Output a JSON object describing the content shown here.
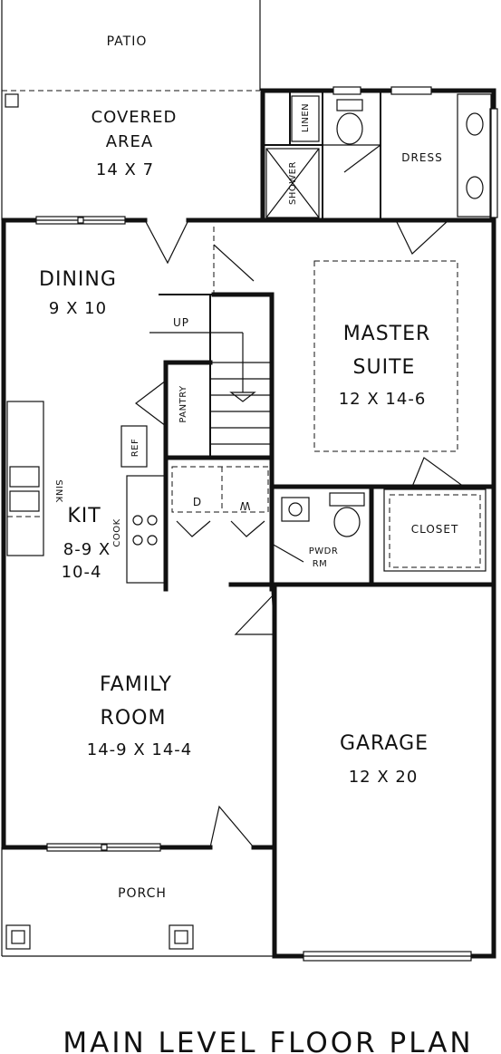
{
  "labels": {
    "patio": "PATIO",
    "covered_area_name_1": "COVERED",
    "covered_area_name_2": "AREA",
    "covered_area_dim": "14 X 7",
    "linen": "LINEN",
    "shower": "SHOWER",
    "dress": "DRESS",
    "dining_name": "DINING",
    "dining_dim": "9 X 10",
    "master_name_1": "MASTER",
    "master_name_2": "SUITE",
    "master_dim": "12 X 14-6",
    "up": "UP",
    "pantry": "PANTRY",
    "ref": "REF",
    "sink": "SINK",
    "kit_name": "KIT",
    "kit_dim_1": "8-9 X",
    "kit_dim_2": "10-4",
    "cook": "COOK",
    "dryer": "D",
    "washer": "W",
    "closet": "CLOSET",
    "pwdr_1": "PWDR",
    "pwdr_2": "RM",
    "family_name_1": "FAMILY",
    "family_name_2": "ROOM",
    "family_dim": "14-9 X 14-4",
    "garage_name": "GARAGE",
    "garage_dim": "12 X 20",
    "porch": "PORCH",
    "plan_title": "MAIN LEVEL FLOOR PLAN"
  }
}
